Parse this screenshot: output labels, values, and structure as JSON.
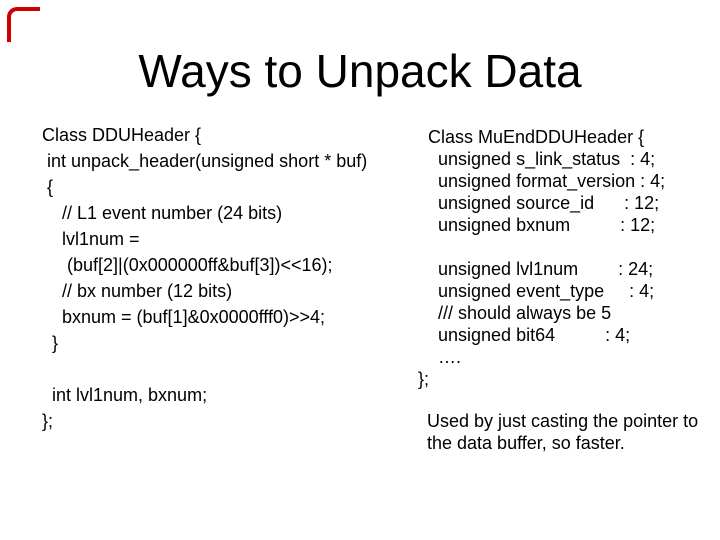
{
  "slide": {
    "title": "Ways to Unpack Data",
    "left_block": {
      "code": "Class DDUHeader {\n int unpack_header(unsigned short * buf)\n {\n    // L1 event number (24 bits)\n    lvl1num =\n     (buf[2]|(0x000000ff&buf[3])<<16);\n    // bx number (12 bits)\n    bxnum = (buf[1]&0x0000fff0)>>4;\n  }\n\n  int lvl1num, bxnum;\n};"
    },
    "right_block": {
      "code": "  Class MuEndDDUHeader {\n    unsigned s_link_status  : 4;\n    unsigned format_version : 4;\n    unsigned source_id      : 12;\n    unsigned bxnum          : 12;\n\n    unsigned lvl1num        : 24;\n    unsigned event_type     : 4;\n    /// should always be 5\n    unsigned bit64          : 4;\n    ….\n};",
      "note": "Used by just casting the pointer to\nthe data buffer, so faster."
    },
    "colors": {
      "accent_red": "#cc0000",
      "text": "#000000",
      "background": "#ffffff"
    }
  }
}
